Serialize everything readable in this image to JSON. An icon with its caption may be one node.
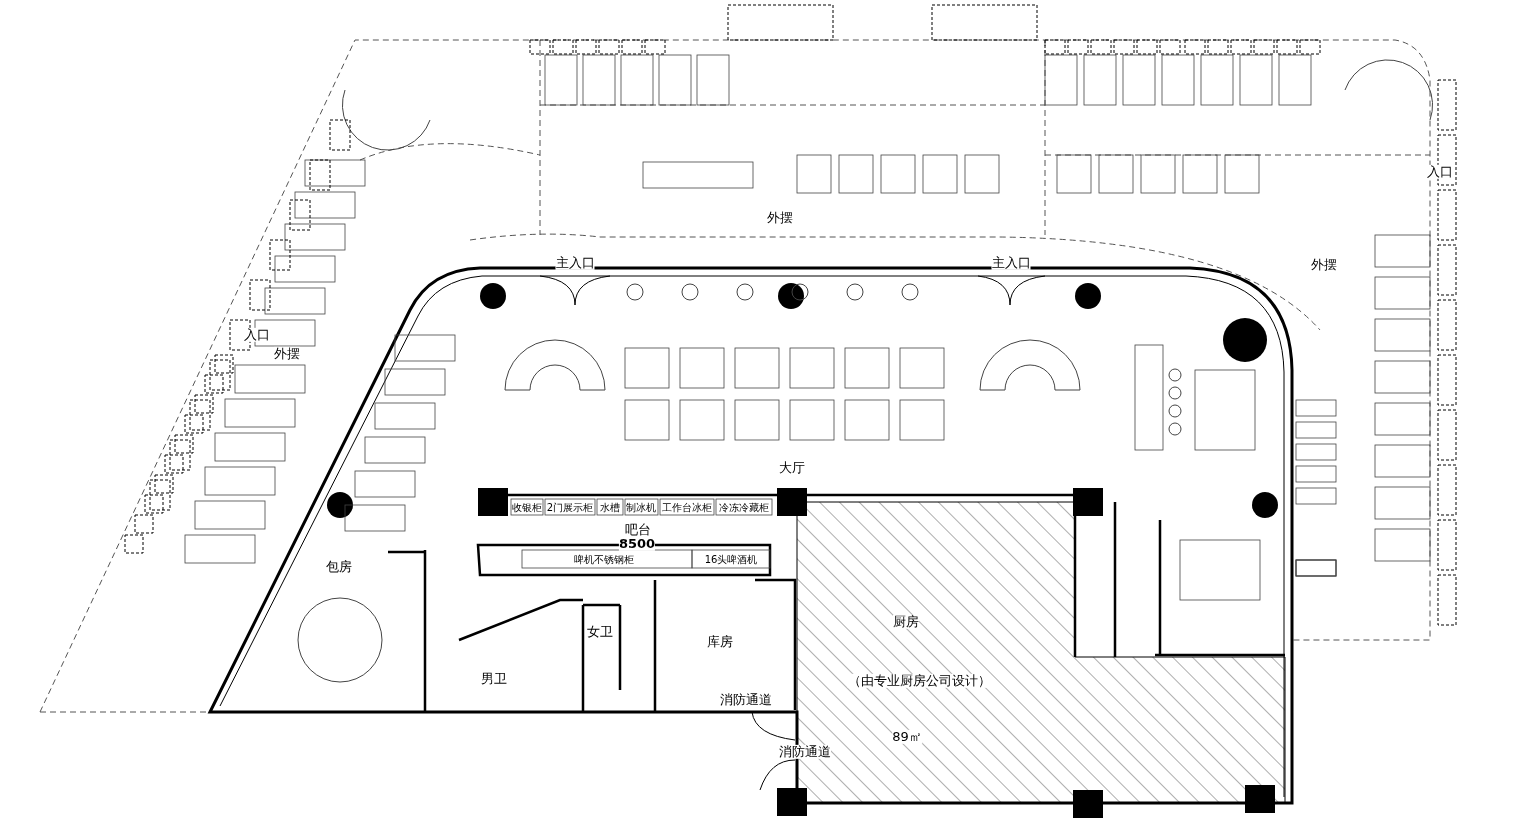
{
  "diagram": {
    "labels": [
      "入口",
      "外摆",
      "主入口",
      "主入口",
      "外摆",
      "入口",
      "外摆",
      "大厅",
      "收银柜",
      "2门展示柜",
      "水槽",
      "制冰机",
      "工作台冰柜",
      "冷冻冷藏柜",
      "吧台",
      "8500",
      "啤机不锈钢柜",
      "16头啤酒机",
      "包房",
      "厨房",
      "女卫",
      "库房",
      "男卫",
      "（由专业厨房公司设计）",
      "消防通道",
      "89㎡",
      "消防通道"
    ]
  }
}
